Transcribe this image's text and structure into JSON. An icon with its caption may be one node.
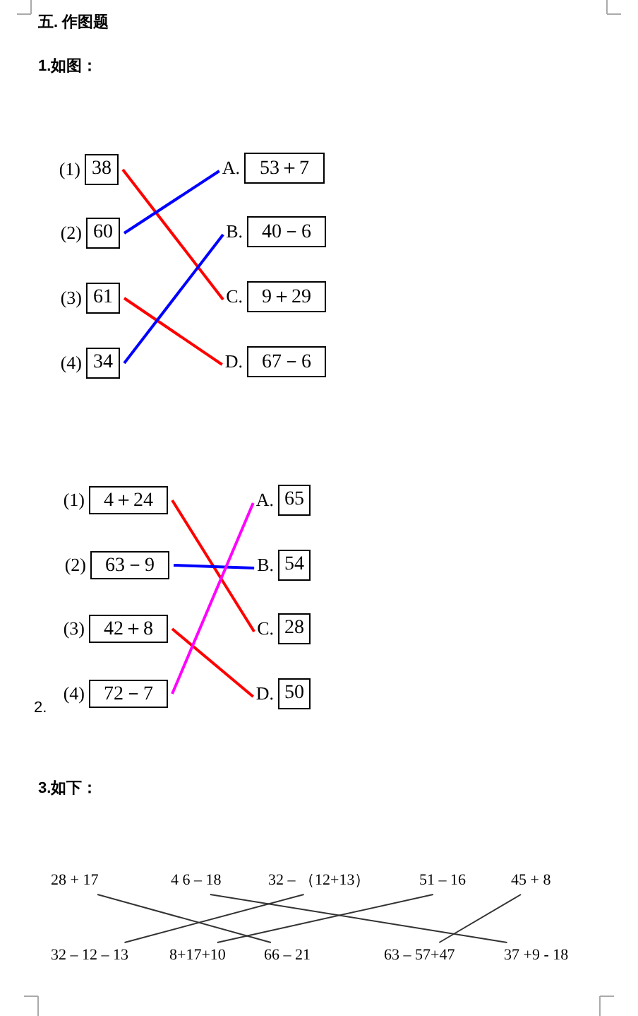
{
  "diagram": {
    "title": "五. 作图题",
    "nodes": [
      {
        "text": [
          "38"
        ],
        "beside": [
          "(1)"
        ]
      },
      {
        "text": [
          "60"
        ],
        "beside": [
          "(2)"
        ]
      },
      {
        "text": [
          "61"
        ],
        "beside": [
          "(3)"
        ]
      },
      {
        "text": [
          "34"
        ],
        "beside": [
          "(4)"
        ]
      },
      {
        "text": [
          "53＋7"
        ],
        "beside": [
          "A."
        ]
      },
      {
        "text": [
          "40－6"
        ],
        "beside": [
          "B."
        ]
      },
      {
        "text": [
          "9＋29"
        ],
        "beside": [
          "C."
        ]
      },
      {
        "text": [
          "67－6"
        ],
        "beside": [
          "D."
        ]
      },
      {
        "text": [
          "4＋24"
        ],
        "beside": [
          "(1)"
        ]
      },
      {
        "text": [
          "63－9"
        ],
        "beside": [
          "(2)"
        ]
      },
      {
        "text": [
          "42＋8"
        ],
        "beside": [
          "(3)"
        ]
      },
      {
        "text": [
          "72－7"
        ],
        "beside": [
          "(4)"
        ]
      },
      {
        "text": [
          "65"
        ],
        "beside": [
          "A."
        ]
      },
      {
        "text": [
          "54"
        ],
        "beside": [
          "B."
        ]
      },
      {
        "text": [
          "28"
        ],
        "beside": [
          "C."
        ]
      },
      {
        "text": [
          "50"
        ],
        "beside": [
          "D."
        ]
      },
      {
        "text": [
          "28 + 17"
        ]
      },
      {
        "text": [
          "4 6 – 18"
        ]
      },
      {
        "text": [
          "32 –  （12+13）"
        ]
      },
      {
        "text": [
          "51 – 16"
        ]
      },
      {
        "text": [
          "45 + 8"
        ]
      },
      {
        "text": [
          "32 – 12 – 13"
        ]
      },
      {
        "text": [
          "8+17+10"
        ]
      },
      {
        "text": [
          "66 – 21"
        ]
      },
      {
        "text": [
          "63 – 57+47"
        ]
      },
      {
        "text": [
          "37 +9 - 18"
        ]
      }
    ],
    "edges": [
      {
        "from": 0,
        "to": 6,
        "arrow": "none",
        "color": "#ff0000"
      },
      {
        "from": 1,
        "to": 4,
        "arrow": "none",
        "color": "#0000ff"
      },
      {
        "from": 2,
        "to": 7,
        "arrow": "none",
        "color": "#ff0000"
      },
      {
        "from": 3,
        "to": 5,
        "arrow": "none",
        "color": "#0000ff"
      },
      {
        "from": 8,
        "to": 14,
        "arrow": "none",
        "color": "#ff0000"
      },
      {
        "from": 9,
        "to": 13,
        "arrow": "none",
        "color": "#0000ff"
      },
      {
        "from": 10,
        "to": 15,
        "arrow": "none",
        "color": "#ff0000"
      },
      {
        "from": 11,
        "to": 12,
        "arrow": "none",
        "color": "#ff00ff"
      },
      {
        "from": 16,
        "to": 23,
        "arrow": "none"
      },
      {
        "from": 17,
        "to": 25,
        "arrow": "none"
      },
      {
        "from": 18,
        "to": 21,
        "arrow": "none"
      },
      {
        "from": 19,
        "to": 22,
        "arrow": "none"
      },
      {
        "from": 20,
        "to": 24,
        "arrow": "none"
      }
    ],
    "labels": [
      "1.如图：",
      "2.",
      "3.如下："
    ]
  }
}
